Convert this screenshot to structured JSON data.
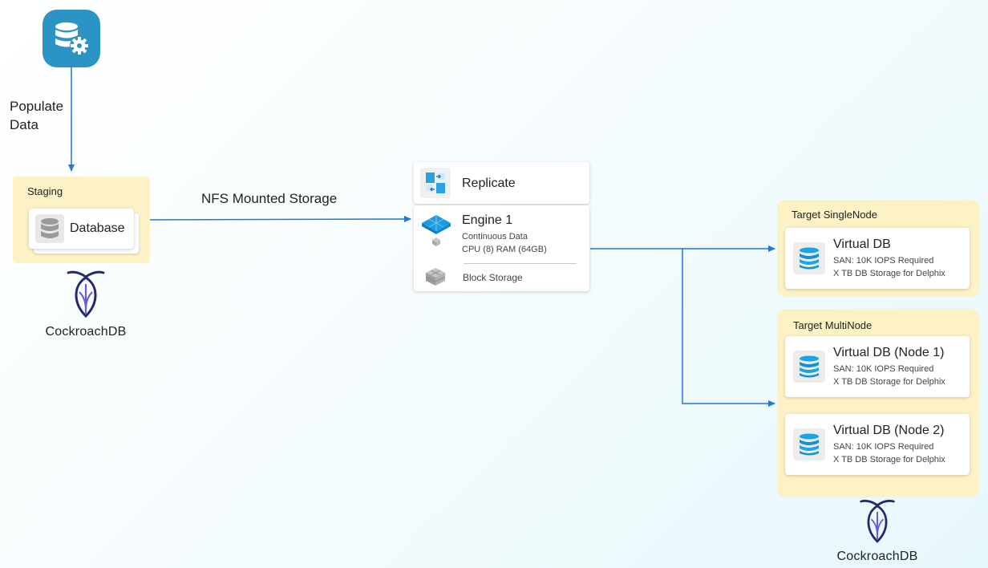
{
  "source": {
    "icon": "database-settings-icon",
    "populate_label_line1": "Populate",
    "populate_label_line2": "Data"
  },
  "staging": {
    "title": "Staging",
    "database_label": "Database",
    "database_icon": "database-icon"
  },
  "logos": {
    "left_name": "CockroachDB",
    "right_name": "CockroachDB"
  },
  "nfs_label": "NFS Mounted Storage",
  "engine": {
    "replicate_label": "Replicate",
    "replicate_icon": "replicate-icon",
    "title": "Engine 1",
    "subtitle": "Continuous Data",
    "specs": "CPU (8) RAM (64GB)",
    "engine_icon": "engine-cube-icon",
    "block_storage_label": "Block Storage",
    "block_storage_icon": "block-storage-icon"
  },
  "target_single": {
    "title": "Target SingleNode",
    "vdb": {
      "title": "Virtual DB",
      "san": "SAN: 10K IOPS Required",
      "storage": "X TB DB Storage for Delphix"
    }
  },
  "target_multi": {
    "title": "Target MultiNode",
    "vdbs": [
      {
        "title": "Virtual DB (Node 1)",
        "san": "SAN: 10K IOPS Required",
        "storage": "X TB DB Storage for Delphix"
      },
      {
        "title": "Virtual DB (Node 2)",
        "san": "SAN: 10K IOPS Required",
        "storage": "X TB DB Storage for Delphix"
      }
    ]
  },
  "colors": {
    "arrow": "#1f78d1",
    "group_fill": "#fdf2c6",
    "source_icon_bg": "#2c93c5",
    "logo_navy": "#232a6b"
  }
}
